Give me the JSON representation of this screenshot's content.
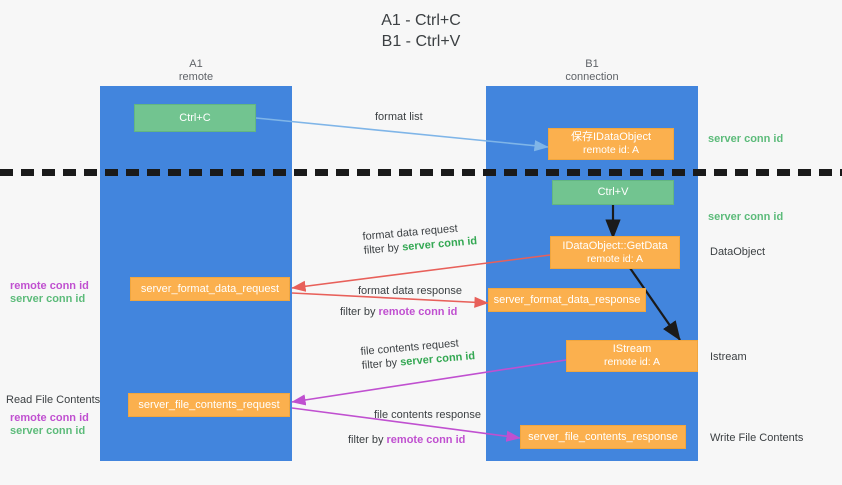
{
  "title": {
    "line1": "A1 - Ctrl+C",
    "line2": "B1 - Ctrl+V"
  },
  "colors": {
    "lane": "#4285dd",
    "green_node": "#72c490",
    "orange_node": "#fbb04e",
    "server_conn_id": "#34a853",
    "remote_conn_id": "#c050d0",
    "background": "#f7f7f7",
    "divider": "#1a1a1a"
  },
  "lanes": [
    {
      "name": "A1",
      "sub": "remote"
    },
    {
      "name": "B1",
      "sub": "connection"
    }
  ],
  "nodes": {
    "ctrl_c": {
      "line1": "Ctrl+C",
      "line2": ""
    },
    "idataobject": {
      "line1": "保存IDataObject",
      "line2": "remote id: A"
    },
    "ctrl_v": {
      "line1": "Ctrl+V",
      "line2": ""
    },
    "getdata": {
      "line1": "IDataObject::GetData",
      "line2": "remote id: A"
    },
    "fmt_req": {
      "line1": "server_format_data_request",
      "line2": ""
    },
    "fmt_resp": {
      "line1": "server_format_data_response",
      "line2": ""
    },
    "istream": {
      "line1": "IStream",
      "line2": "remote id: A"
    },
    "file_req": {
      "line1": "server_file_contents_request",
      "line2": ""
    },
    "file_resp": {
      "line1": "server_file_contents_response",
      "line2": ""
    }
  },
  "edges": {
    "format_list": "format list",
    "format_data_request": "format data request",
    "format_data_request_filter_pre": "filter by ",
    "format_data_request_filter_key": "server conn id",
    "format_data_response": "format data response",
    "format_data_response_filter_pre": "filter by ",
    "format_data_response_filter_key": "remote conn id",
    "file_contents_request": "file contents request",
    "file_contents_request_filter_pre": "filter by ",
    "file_contents_request_filter_key": "server conn id",
    "file_contents_response": "file contents response",
    "file_contents_response_filter_pre": "filter by ",
    "file_contents_response_filter_key": "remote conn id"
  },
  "annotations": {
    "left_mid_remote": "remote conn id",
    "left_mid_server": "server conn id",
    "left_read_file_contents": "Read File Contents",
    "left_bot_remote": "remote conn id",
    "left_bot_server": "server conn id",
    "right_server_top": "server conn id",
    "right_server_mid": "server conn id",
    "right_dataobject": "DataObject",
    "right_istream": "Istream",
    "right_write_file_contents": "Write File Contents"
  }
}
